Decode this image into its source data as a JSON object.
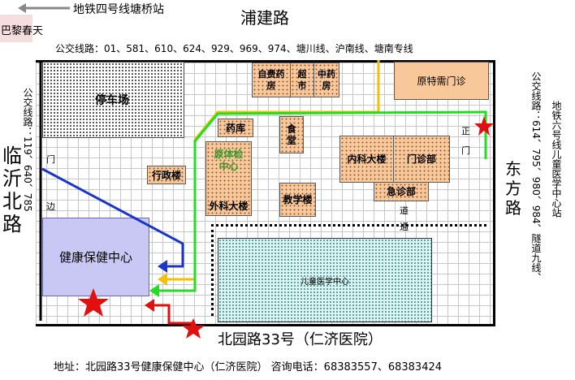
{
  "top": {
    "metro_label": "地铁四号线塘桥站",
    "shop_label": "巴黎春天",
    "road_north": "浦建路",
    "bus_lines_north": "公交线路：01、581、610、624、929、969、974、塘川线、沪南线、塘南专线"
  },
  "roads": {
    "west": [
      "临",
      "沂",
      "北",
      "路"
    ],
    "west_bus": "公交线路：119、640、785",
    "east": [
      "东",
      "方",
      "路"
    ],
    "east_bus": "公交线路：614、795、980、984、隧道九线、",
    "east_metro": "地铁六号线儿童医学中心站",
    "south": "北园路33号（仁济医院）"
  },
  "buildings": {
    "parking": "停车场",
    "self_pharmacy": [
      "自费药",
      "房"
    ],
    "supermarket": [
      "超",
      "市"
    ],
    "tcm_pharmacy": [
      "中药",
      "房"
    ],
    "special_clinic": "原特需门诊",
    "pharmacy_store": "药库",
    "canteen": [
      "食",
      "堂"
    ],
    "admin": "行政楼",
    "checkup": [
      "原体检",
      "中心"
    ],
    "surgery": "外科大楼",
    "internal": "内科大楼",
    "outpatient": "门诊部",
    "emergency": "急诊部",
    "teaching": "教学楼",
    "children": "儿童医学中心",
    "health_center": "健康保健中心"
  },
  "gates": {
    "west_gate": [
      "门",
      "边"
    ],
    "east_gate": [
      "正",
      "门"
    ],
    "passage": [
      "道",
      "通"
    ]
  },
  "footer": {
    "address": "地址：北园路33号健康保健中心（仁济医院）  咨询电话：68383557、68383424"
  },
  "colors": {
    "route_blue": "#1a35c8",
    "route_yellow": "#f2c200",
    "route_green": "#22dd22",
    "route_red": "#e01010",
    "building_fill": "#f8c79a",
    "health_fill": "#c9c8f5",
    "kids_fill": "#dff3f3"
  }
}
